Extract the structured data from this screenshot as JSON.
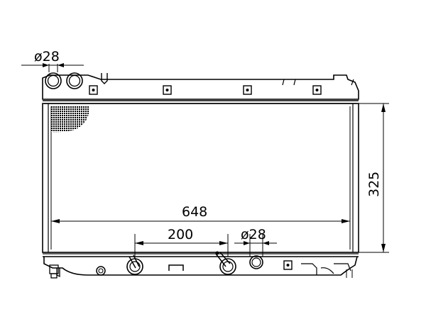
{
  "dimensions": {
    "top_inlet": "ø28",
    "width": "648",
    "bottom_spacing": "200",
    "bottom_outlet": "ø28",
    "height": "325"
  }
}
